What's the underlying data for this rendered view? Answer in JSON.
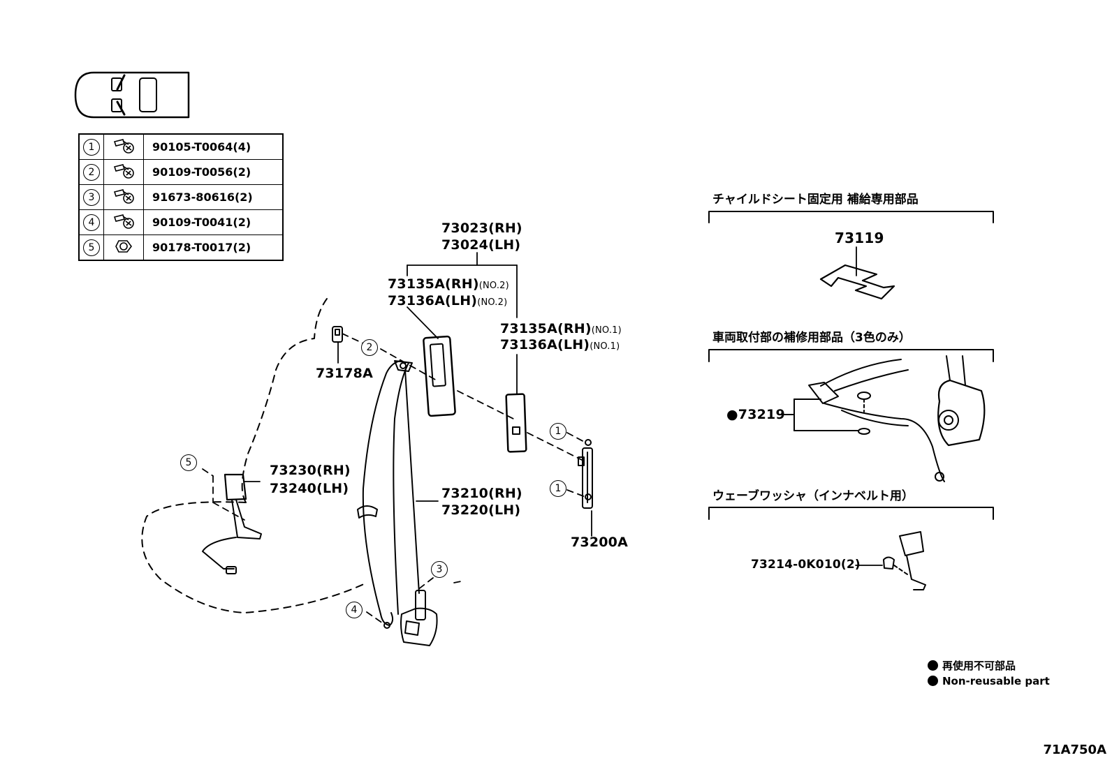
{
  "fasteners": [
    {
      "num": "1",
      "part": "90105-T0064(4)",
      "icon": "bolt-icon"
    },
    {
      "num": "2",
      "part": "90109-T0056(2)",
      "icon": "bolt-icon"
    },
    {
      "num": "3",
      "part": "91673-80616(2)",
      "icon": "bolt-icon"
    },
    {
      "num": "4",
      "part": "90109-T0041(2)",
      "icon": "bolt-icon"
    },
    {
      "num": "5",
      "part": "90178-T0017(2)",
      "icon": "nut-icon"
    }
  ],
  "labels": {
    "p73023": "73023(RH)",
    "p73024": "73024(LH)",
    "p73135_no2": "73135A(RH)",
    "p73136_no2": "73136A(LH)",
    "no2": "(NO.2)",
    "p73135_no1": "73135A(RH)",
    "p73136_no1": "73136A(LH)",
    "no1": "(NO.1)",
    "p73178": "73178A",
    "p73230": "73230(RH)",
    "p73240": "73240(LH)",
    "p73210": "73210(RH)",
    "p73220": "73220(LH)",
    "p73200": "73200A",
    "p73119": "73119",
    "p73219": "●73219",
    "p73214": "73214-0K010(2)"
  },
  "callouts": {
    "c2": "2",
    "c1a": "1",
    "c1b": "1",
    "c5": "5",
    "c3": "3",
    "c4": "4"
  },
  "sections": {
    "child_seat": "チャイルドシート固定用  補給専用部品",
    "vehicle_mount": "車両取付部の補修用部品（3色のみ）",
    "wave_washer": "ウェーブワッシャ（インナベルト用）"
  },
  "legend": {
    "jp": "再使用不可部品",
    "en": "Non-reusable part"
  },
  "figure_code": "71A750A"
}
